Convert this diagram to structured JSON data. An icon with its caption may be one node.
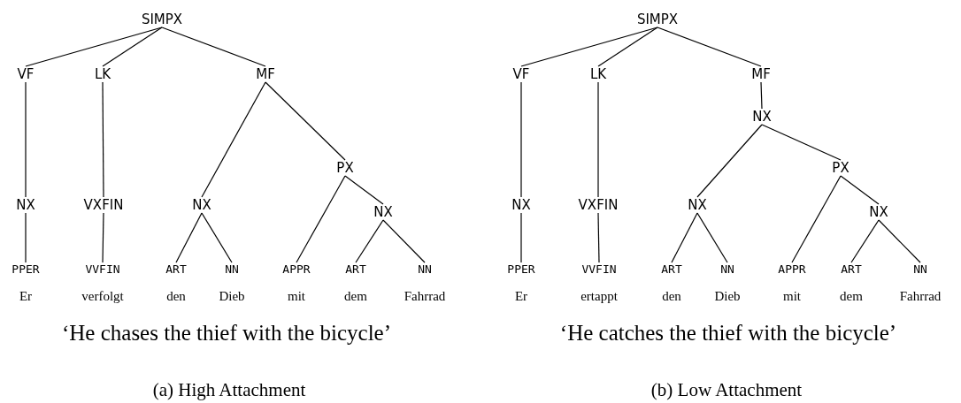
{
  "diagram": {
    "nodes": [
      {
        "text": [
          "SIMPX"
        ]
      },
      {
        "text": [
          "VF"
        ]
      },
      {
        "text": [
          "LK"
        ]
      },
      {
        "text": [
          "MF"
        ]
      },
      {
        "text": [
          "NX"
        ]
      },
      {
        "text": [
          "VXFIN"
        ]
      },
      {
        "text": [
          "NX"
        ]
      },
      {
        "text": [
          "PX"
        ]
      },
      {
        "text": [
          "NX"
        ]
      },
      {
        "text": [
          "PPER"
        ]
      },
      {
        "text": [
          "VVFIN"
        ]
      },
      {
        "text": [
          "ART"
        ]
      },
      {
        "text": [
          "NN"
        ]
      },
      {
        "text": [
          "APPR"
        ]
      },
      {
        "text": [
          "ART"
        ]
      },
      {
        "text": [
          "NN"
        ]
      },
      {
        "text": [
          "SIMPX"
        ]
      },
      {
        "text": [
          "VF"
        ]
      },
      {
        "text": [
          "LK"
        ]
      },
      {
        "text": [
          "MF"
        ]
      },
      {
        "text": [
          "NX"
        ]
      },
      {
        "text": [
          "NX"
        ]
      },
      {
        "text": [
          "VXFIN"
        ]
      },
      {
        "text": [
          "NX"
        ]
      },
      {
        "text": [
          "PX"
        ]
      },
      {
        "text": [
          "NX"
        ]
      },
      {
        "text": [
          "PPER"
        ]
      },
      {
        "text": [
          "VVFIN"
        ]
      },
      {
        "text": [
          "ART"
        ]
      },
      {
        "text": [
          "NN"
        ]
      },
      {
        "text": [
          "APPR"
        ]
      },
      {
        "text": [
          "ART"
        ]
      },
      {
        "text": [
          "NN"
        ]
      }
    ],
    "edges": [
      {
        "from": 0,
        "to": 1,
        "arrow": "none"
      },
      {
        "from": 0,
        "to": 2,
        "arrow": "none"
      },
      {
        "from": 0,
        "to": 3,
        "arrow": "none"
      },
      {
        "from": 1,
        "to": 4,
        "arrow": "none"
      },
      {
        "from": 2,
        "to": 5,
        "arrow": "none"
      },
      {
        "from": 3,
        "to": 6,
        "arrow": "none"
      },
      {
        "from": 3,
        "to": 7,
        "arrow": "none"
      },
      {
        "from": 4,
        "to": 9,
        "arrow": "none"
      },
      {
        "from": 5,
        "to": 10,
        "arrow": "none"
      },
      {
        "from": 6,
        "to": 11,
        "arrow": "none"
      },
      {
        "from": 6,
        "to": 12,
        "arrow": "none"
      },
      {
        "from": 7,
        "to": 13,
        "arrow": "none"
      },
      {
        "from": 7,
        "to": 8,
        "arrow": "none"
      },
      {
        "from": 8,
        "to": 14,
        "arrow": "none"
      },
      {
        "from": 8,
        "to": 15,
        "arrow": "none"
      },
      {
        "from": 16,
        "to": 17,
        "arrow": "none"
      },
      {
        "from": 16,
        "to": 18,
        "arrow": "none"
      },
      {
        "from": 16,
        "to": 19,
        "arrow": "none"
      },
      {
        "from": 19,
        "to": 20,
        "arrow": "none"
      },
      {
        "from": 17,
        "to": 21,
        "arrow": "none"
      },
      {
        "from": 18,
        "to": 22,
        "arrow": "none"
      },
      {
        "from": 20,
        "to": 23,
        "arrow": "none"
      },
      {
        "from": 20,
        "to": 24,
        "arrow": "none"
      },
      {
        "from": 21,
        "to": 26,
        "arrow": "none"
      },
      {
        "from": 22,
        "to": 27,
        "arrow": "none"
      },
      {
        "from": 23,
        "to": 28,
        "arrow": "none"
      },
      {
        "from": 23,
        "to": 29,
        "arrow": "none"
      },
      {
        "from": 24,
        "to": 30,
        "arrow": "none"
      },
      {
        "from": 24,
        "to": 25,
        "arrow": "none"
      },
      {
        "from": 25,
        "to": 31,
        "arrow": "none"
      },
      {
        "from": 25,
        "to": 32,
        "arrow": "none"
      }
    ],
    "labels": [
      "Er",
      "verfolgt",
      "den",
      "Dieb",
      "mit",
      "dem",
      "Fahrrad",
      "Er",
      "ertappt",
      "den",
      "Dieb",
      "mit",
      "dem",
      "Fahrrad",
      "‘He chases the thief with the bicycle’",
      "‘He catches the thief with the bicycle’",
      "(a) High Attachment",
      "(b) Low Attachment"
    ]
  }
}
